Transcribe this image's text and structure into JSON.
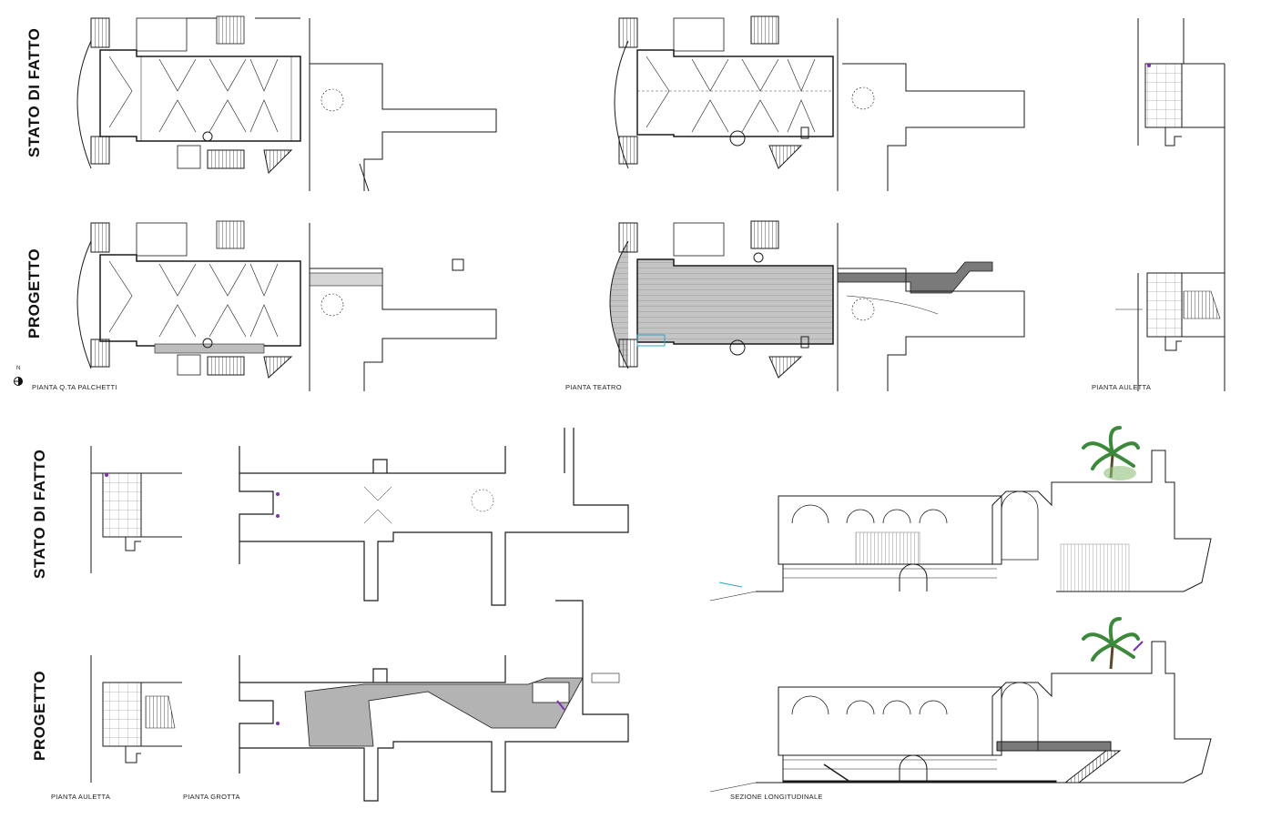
{
  "row_labels": {
    "top_existing": "STATO DI FATTO",
    "top_project": "PROGETTO",
    "bottom_existing": "STATO DI FATTO",
    "bottom_project": "PROGETTO"
  },
  "captions": {
    "pianta_palchetti": "PIANTA  Q.TA PALCHETTI",
    "pianta_teatro": "PIANTA TEATRO",
    "pianta_auletta_top": "PIANTA AULETTA",
    "pianta_auletta_bottom": "PIANTA AULETTA",
    "pianta_grotta": "PIANTA GROTTA",
    "sezione": "SEZIONE LONGITUDINALE"
  },
  "north_marker": "N",
  "colors": {
    "line": "#1a1a1a",
    "fill_gray": "#bdbdbd",
    "accent_purple": "#7a2fb8",
    "accent_cyan": "#2aa6c9",
    "palm": "#3b8a3a"
  }
}
